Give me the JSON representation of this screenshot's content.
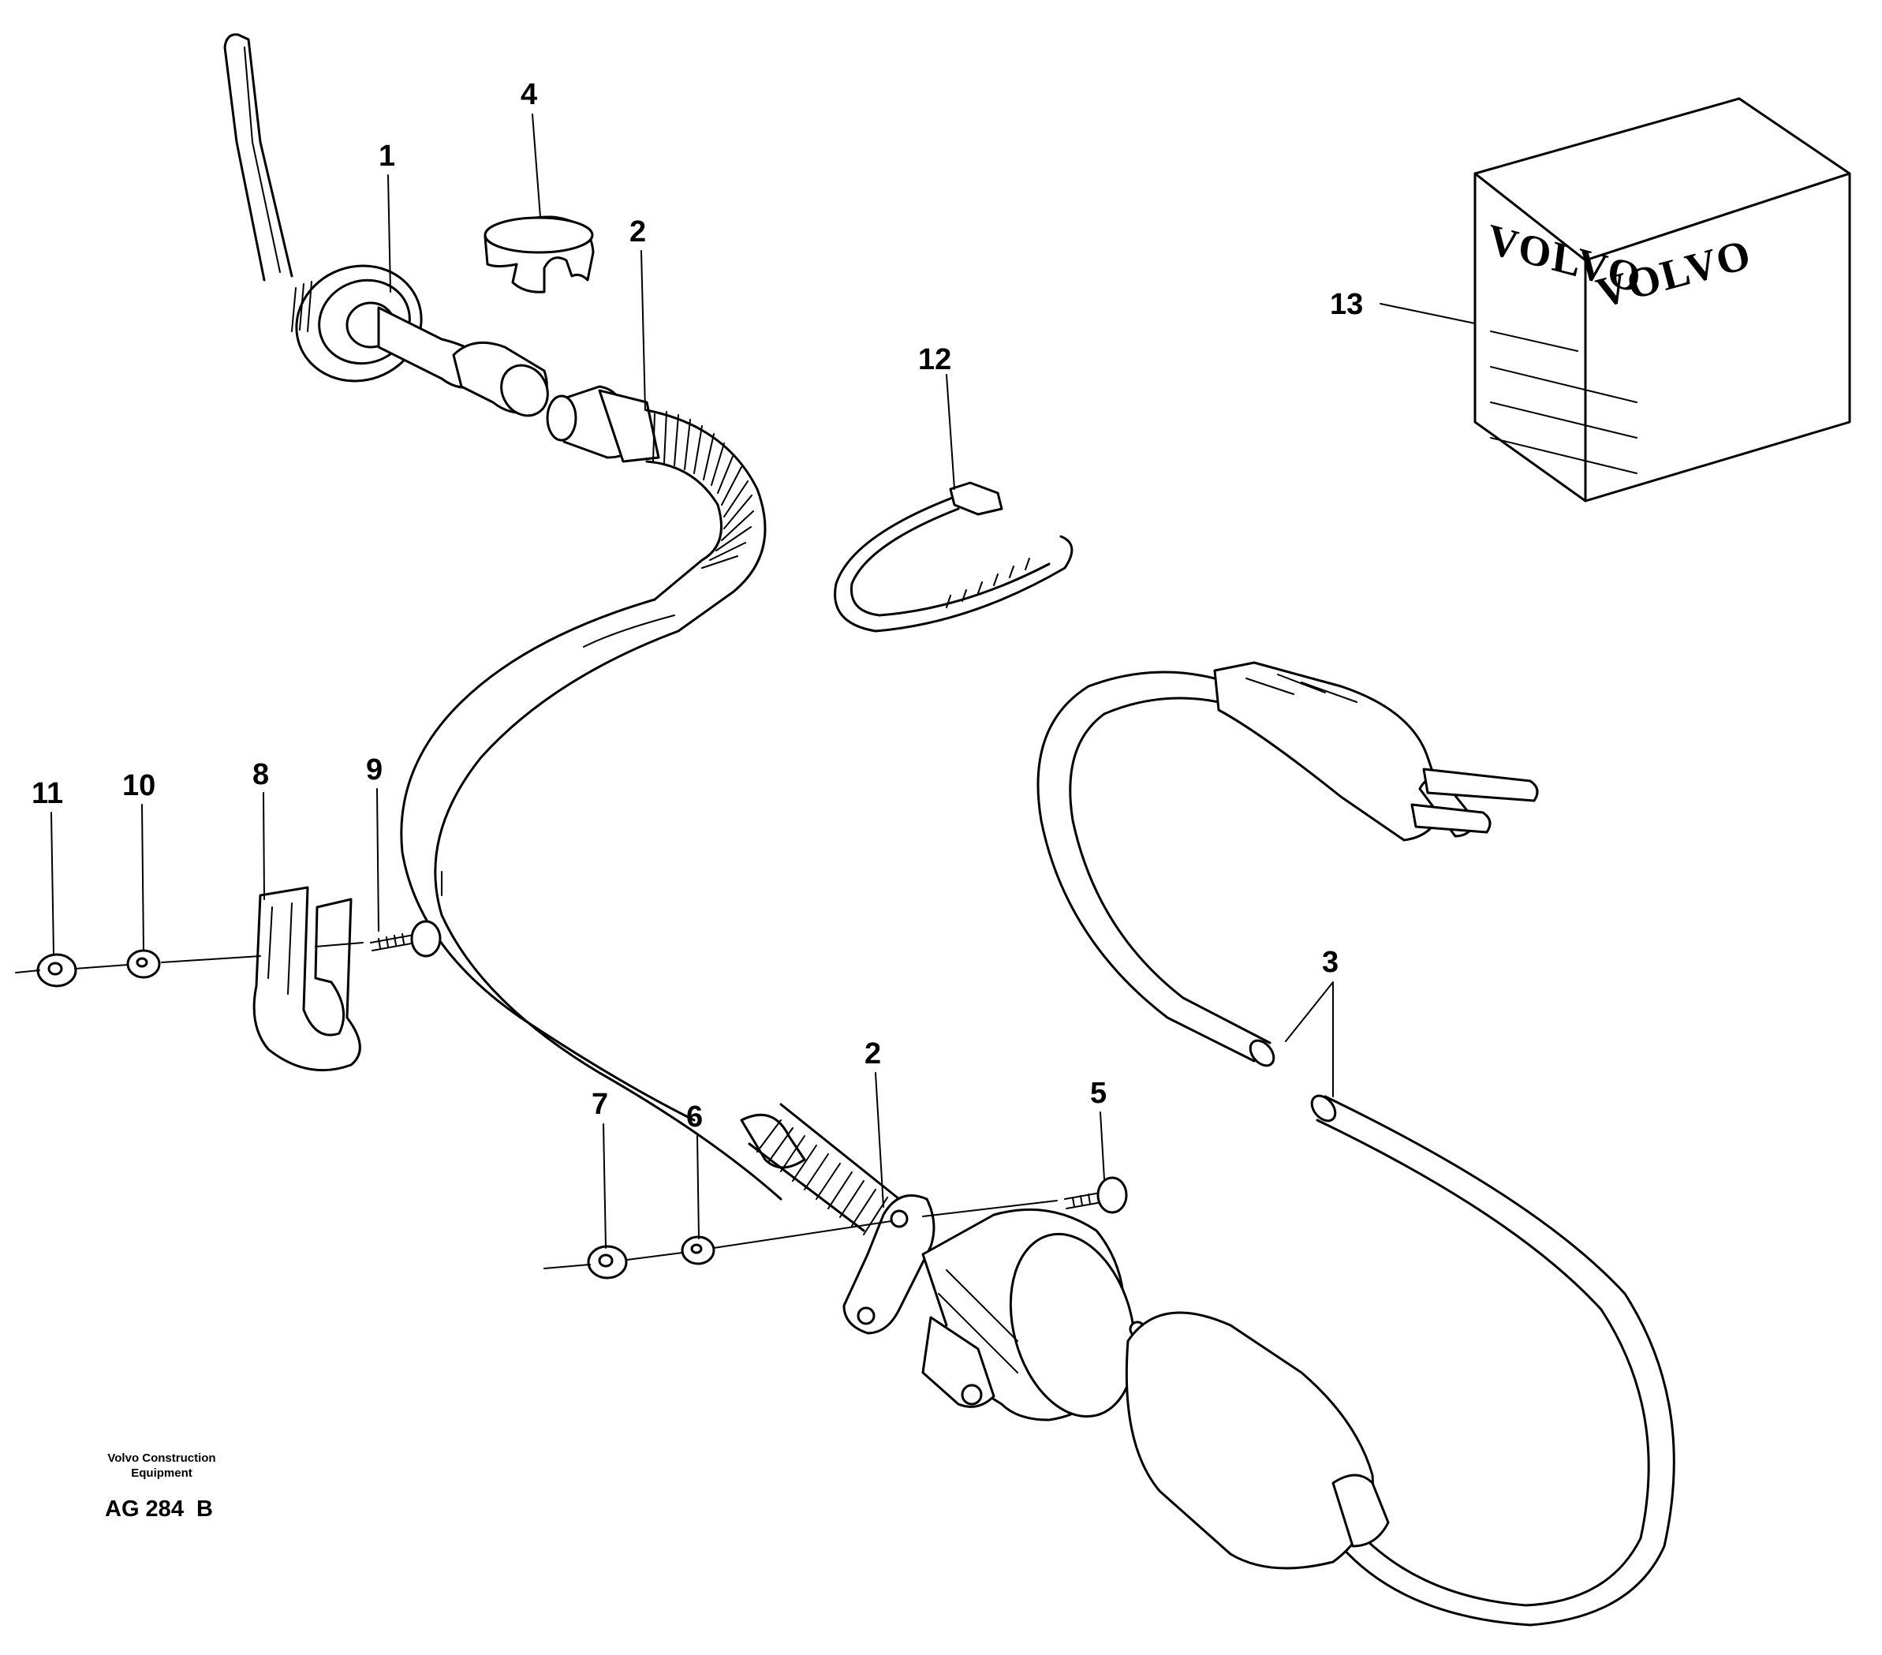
{
  "diagram": {
    "callouts": {
      "c1": "1",
      "c2a": "2",
      "c2b": "2",
      "c3": "3",
      "c4": "4",
      "c5": "5",
      "c6": "6",
      "c7": "7",
      "c8": "8",
      "c9": "9",
      "c10": "10",
      "c11": "11",
      "c12": "12",
      "c13": "13"
    },
    "box_brand_front": "VOLVO",
    "box_brand_side": "VOLVO",
    "credit_line1": "Volvo Construction",
    "credit_line2": "Equipment",
    "figure_ref": "AG 284  B"
  }
}
